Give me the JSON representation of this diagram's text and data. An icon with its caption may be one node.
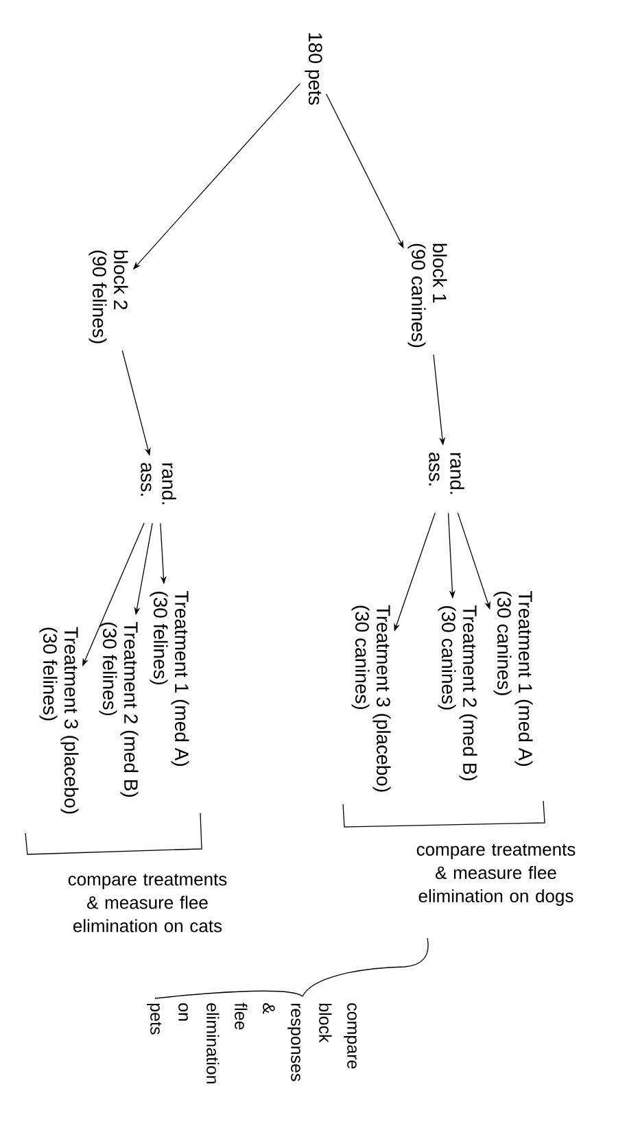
{
  "diagram": {
    "nodes": [
      {
        "text": [
          "180 pets"
        ]
      },
      {
        "text": [
          "block 1",
          "(90 canines)"
        ]
      },
      {
        "text": [
          "block 2",
          "(90 felines)"
        ]
      },
      {
        "text": [
          "rand. ass."
        ]
      },
      {
        "text": [
          "rand. ass."
        ]
      },
      {
        "text": [
          "Treatment 1 (med A)",
          "(30 canines)"
        ]
      },
      {
        "text": [
          "Treatment 2 (med B)",
          "(30 canines)"
        ]
      },
      {
        "text": [
          "Treatment 3 (placebo)",
          "(30 canines)"
        ]
      },
      {
        "text": [
          "Treatment 1 (med A)",
          "(30 felines)"
        ]
      },
      {
        "text": [
          "Treatment 2 (med B)",
          "(30 felines)"
        ]
      },
      {
        "text": [
          "Treatment 3 (placebo)",
          "(30 felines)"
        ]
      }
    ],
    "edges": [
      {
        "from": 0,
        "to": 1,
        "arrow": "to"
      },
      {
        "from": 0,
        "to": 2,
        "arrow": "to"
      },
      {
        "from": 1,
        "to": 3,
        "arrow": "to"
      },
      {
        "from": 2,
        "to": 4,
        "arrow": "to"
      },
      {
        "from": 3,
        "to": 5,
        "arrow": "to"
      },
      {
        "from": 3,
        "to": 6,
        "arrow": "to"
      },
      {
        "from": 3,
        "to": 7,
        "arrow": "to"
      },
      {
        "from": 4,
        "to": 8,
        "arrow": "to"
      },
      {
        "from": 4,
        "to": 9,
        "arrow": "to"
      },
      {
        "from": 4,
        "to": 10,
        "arrow": "to"
      }
    ],
    "labels": [
      "compare treatments & measure flee elimination on dogs",
      "compare treatments & measure flee elimination on cats",
      "compare block responses & flee elimination on pets"
    ]
  }
}
